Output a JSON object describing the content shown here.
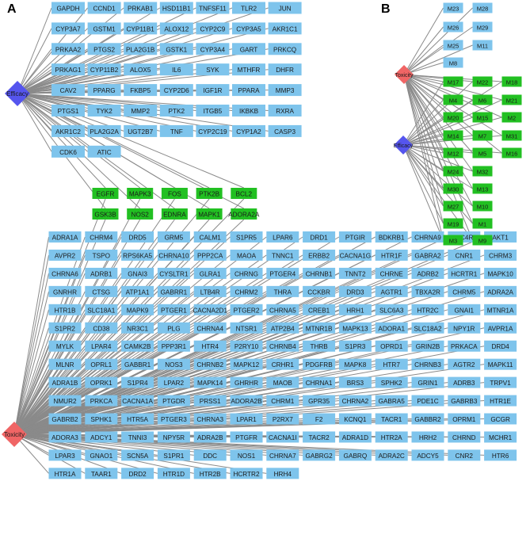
{
  "panel_a": {
    "label": "A",
    "efficacy_hub": "Efficacy",
    "toxicity_hub": "Toxicity",
    "efficacy_rows": [
      [
        "GAPDH",
        "CCND1",
        "PRKAB1",
        "HSD11B1",
        "TNFSF11",
        "TLR2",
        "JUN"
      ],
      [
        "CYP3A7",
        "GSTM1",
        "CYP11B1",
        "ALOX12",
        "CYP2C9",
        "CYP3A5",
        "AKR1C1"
      ],
      [
        "PRKAA2",
        "PTGS2",
        "PLA2G1B",
        "GSTK1",
        "CYP3A4",
        "GART",
        "PRKCQ"
      ],
      [
        "PRKAG1",
        "CYP11B2",
        "ALOX5",
        "IL6",
        "SYK",
        "MTHFR",
        "DHFR"
      ],
      [
        "CAV2",
        "PPARG",
        "FKBP5",
        "CYP2D6",
        "IGF1R",
        "PPARA",
        "MMP3"
      ],
      [
        "PTGS1",
        "TYK2",
        "MMP2",
        "PTK2",
        "ITGB5",
        "IKBKB",
        "RXRA"
      ],
      [
        "AKR1C2",
        "PLA2G2A",
        "UGT2B7",
        "TNF",
        "CYP2C19",
        "CYP1A2",
        "CASP3"
      ],
      [
        "CDK6",
        "ATIC"
      ]
    ],
    "shared_rows": [
      [
        "EGFR",
        "MAPK3",
        "FOS",
        "PTK2B",
        "BCL2"
      ],
      [
        "GSK3B",
        "NOS2",
        "EDNRA",
        "MAPK1",
        "ADORA2A"
      ]
    ],
    "toxicity_rows": [
      [
        "ADRA1A",
        "CHRM4",
        "DRD5",
        "GRM5",
        "CALM1",
        "S1PR5",
        "LPAR6",
        "DRD1",
        "PTGIR",
        "BDKRB1",
        "CHRNA9",
        "MC4R",
        "AKT1"
      ],
      [
        "AVPR2",
        "TSPO",
        "RPS6KA5",
        "CHRNA10",
        "PPP2CA",
        "MAOA",
        "TNNC1",
        "ERBB2",
        "CACNA1G",
        "HTR1F",
        "GABRA2",
        "CNR1",
        "CHRM3"
      ],
      [
        "CHRNA6",
        "ADRB1",
        "GNAI3",
        "CYSLTR1",
        "GLRA1",
        "CHRNG",
        "PTGER4",
        "CHRNB1",
        "TNNT2",
        "CHRNE",
        "ADRB2",
        "HCRTR1",
        "MAPK10"
      ],
      [
        "GNRHR",
        "CTSG",
        "ATP1A1",
        "GABRR1",
        "LTB4R",
        "CHRM2",
        "THRA",
        "CCKBR",
        "DRD3",
        "AGTR1",
        "TBXA2R",
        "CHRM5",
        "ADRA2A"
      ],
      [
        "HTR1B",
        "SLC18A1",
        "MAPK9",
        "PTGER1",
        "CACNA2D1",
        "PTGER2",
        "CHRNA5",
        "CREB1",
        "HRH1",
        "SLC6A3",
        "HTR2C",
        "GNAI1",
        "MTNR1A"
      ],
      [
        "S1PR2",
        "CD38",
        "NR3C1",
        "PLG",
        "CHRNA4",
        "NTSR1",
        "ATP2B4",
        "MTNR1B",
        "MAPK13",
        "ADORA1",
        "SLC18A2",
        "NPY1R",
        "AVPR1A"
      ],
      [
        "MYLK",
        "LPAR4",
        "CAMK2B",
        "PPP3R1",
        "HTR4",
        "P2RY10",
        "CHRNB4",
        "THRB",
        "S1PR3",
        "OPRD1",
        "GRIN2B",
        "PRKACA",
        "DRD4"
      ],
      [
        "MLNR",
        "OPRL1",
        "GABBR1",
        "NOS3",
        "CHRNB2",
        "MAPK12",
        "CRHR1",
        "PDGFRB",
        "MAPK8",
        "HTR7",
        "CHRNB3",
        "AGTR2",
        "MAPK11"
      ],
      [
        "ADRA1B",
        "OPRK1",
        "S1PR4",
        "LPAR2",
        "MAPK14",
        "GHRHR",
        "MAOB",
        "CHRNA1",
        "BRS3",
        "SPHK2",
        "GRIN1",
        "ADRB3",
        "TRPV1"
      ],
      [
        "NMUR2",
        "PRKCA",
        "CACNA1A",
        "PTGDR",
        "PRSS1",
        "ADORA2B",
        "CHRM1",
        "GPR35",
        "CHRNA2",
        "GABRA5",
        "PDE1C",
        "GABRB3",
        "HTR1E"
      ],
      [
        "GABRB2",
        "SPHK1",
        "HTR5A",
        "PTGER3",
        "CHRNA3",
        "LPAR1",
        "P2RX7",
        "F2",
        "KCNQ1",
        "TACR1",
        "GABBR2",
        "OPRM1",
        "GCGR"
      ],
      [
        "ADORA3",
        "ADCY1",
        "TNNI3",
        "NPY5R",
        "ADRA2B",
        "PTGFR",
        "CACNA1I",
        "TACR2",
        "ADRA1D",
        "HTR2A",
        "HRH2",
        "CHRND",
        "MCHR1"
      ],
      [
        "LPAR3",
        "GNAO1",
        "SCN5A",
        "S1PR1",
        "DDC",
        "NOS1",
        "CHRNA7",
        "GABRG2",
        "GABRQ",
        "ADRA2C",
        "ADCY5",
        "CNR2",
        "HTR6"
      ],
      [
        "HTR1A",
        "TAAR1",
        "DRD2",
        "HTR1D",
        "HTR2B",
        "HCRTR2",
        "HRH4"
      ]
    ]
  },
  "panel_b": {
    "label": "B",
    "toxicity_hub": "Toxicity",
    "efficacy_hub": "Efficacy",
    "toxicity_only": [
      [
        "M23",
        "M28"
      ],
      [
        "M26",
        "M29"
      ],
      [
        "M25",
        "M11"
      ],
      [
        "M8"
      ]
    ],
    "shared": [
      [
        "M17",
        "M22",
        "M18"
      ],
      [
        "M4",
        "M6",
        "M21"
      ],
      [
        "M20",
        "M15",
        "M2"
      ],
      [
        "M14",
        "M7",
        "M31"
      ],
      [
        "M12",
        "M5",
        "M16"
      ],
      [
        "M24",
        "M32"
      ],
      [
        "M30",
        "M13"
      ],
      [
        "M27",
        "M10"
      ],
      [
        "M19",
        "M1"
      ],
      [
        "M3",
        "M9"
      ]
    ]
  },
  "colors": {
    "target_node": "#7ec4ec",
    "shared_node": "#22c022",
    "efficacy_hub": "#5555ee",
    "toxicity_hub": "#f06565",
    "edge": "#8a8a8a",
    "node_text": "#1a1a1a"
  }
}
